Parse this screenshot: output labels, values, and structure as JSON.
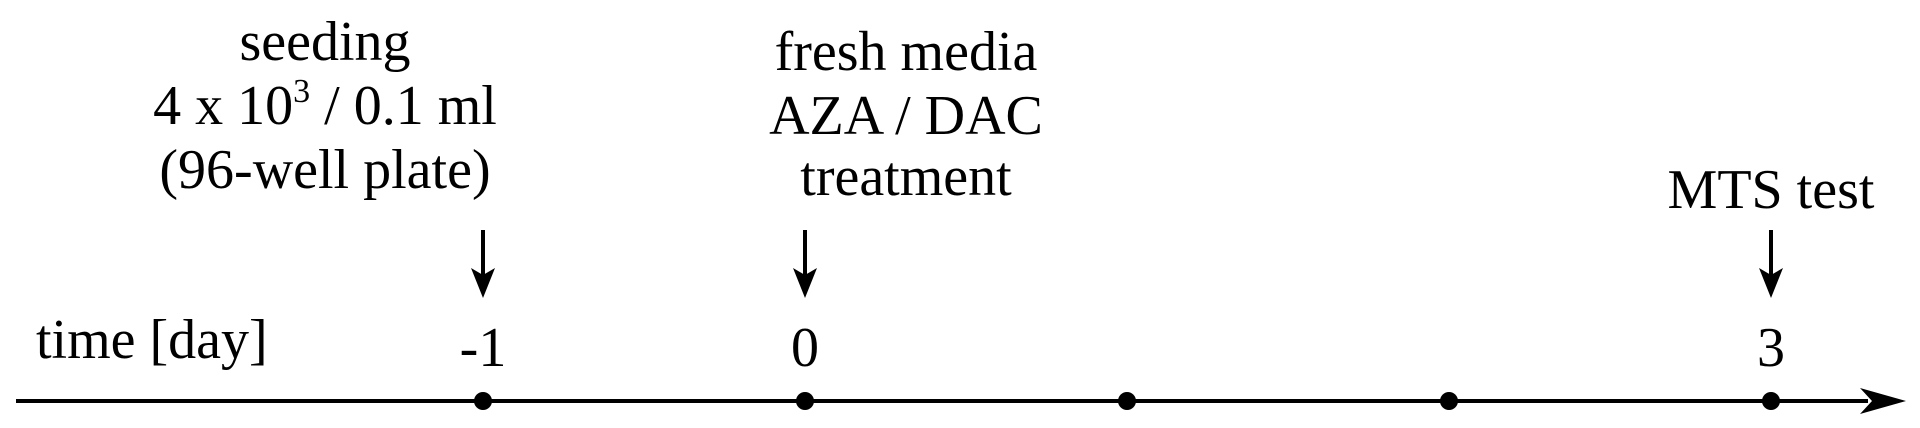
{
  "axis": {
    "label": "time [day]"
  },
  "ticks": [
    {
      "label": "-1"
    },
    {
      "label": "0"
    },
    {
      "label": ""
    },
    {
      "label": ""
    },
    {
      "label": "3"
    }
  ],
  "events": [
    {
      "line1": "seeding",
      "line2_base": "4 x 10",
      "line2_sup": "3",
      "line2_rest": " / 0.1 ml",
      "line3": "(96-well plate)"
    },
    {
      "line1": "fresh media",
      "line2": "AZA / DAC",
      "line3": "treatment"
    },
    {
      "line1": "MTS test"
    }
  ],
  "colors": {
    "ink": "#000000",
    "background": "#ffffff"
  },
  "icons": {
    "event_marker": "down-arrow-icon",
    "axis_end": "arrowhead-icon",
    "tick_marker": "dot-icon"
  }
}
